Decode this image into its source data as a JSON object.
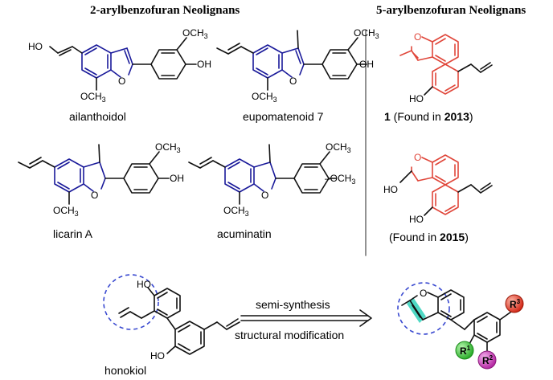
{
  "headers": {
    "left": "2-arylbenzofuran Neolignans",
    "right": "5-arylbenzofuran Neolignans"
  },
  "compounds": {
    "ailanthoidol": "ailanthoidol",
    "eupomatenoid": "eupomatenoid 7",
    "licarin": "licarin A",
    "acuminatin": "acuminatin",
    "honokiol": "honokiol",
    "c1_num": "1",
    "c1_found_pre": " (Found in ",
    "c1_year": "2013",
    "c1_close": ")",
    "c2_found_pre": "(Found in ",
    "c2_year": "2015",
    "c2_close": ")"
  },
  "atoms": {
    "och3": "OCH",
    "three": "3",
    "oh": "OH",
    "ho": "HO",
    "o": "O",
    "r1": "R",
    "r2": "R",
    "r3": "R",
    "sup1": "1",
    "sup2": "2",
    "sup3": "3",
    "dash_och3": "–OCH"
  },
  "arrow": {
    "top": "semi-synthesis",
    "bottom": "structural modification"
  },
  "colors": {
    "scaffold_blue": "#1a1a9a",
    "scaffold_red": "#e0463a",
    "highlight_cyan": "#4fd8c4",
    "r1_green": "#3cc83c",
    "r2_magenta": "#d040c0",
    "r3_red": "#e83a2a",
    "circle_blue": "#3a4ad0"
  }
}
